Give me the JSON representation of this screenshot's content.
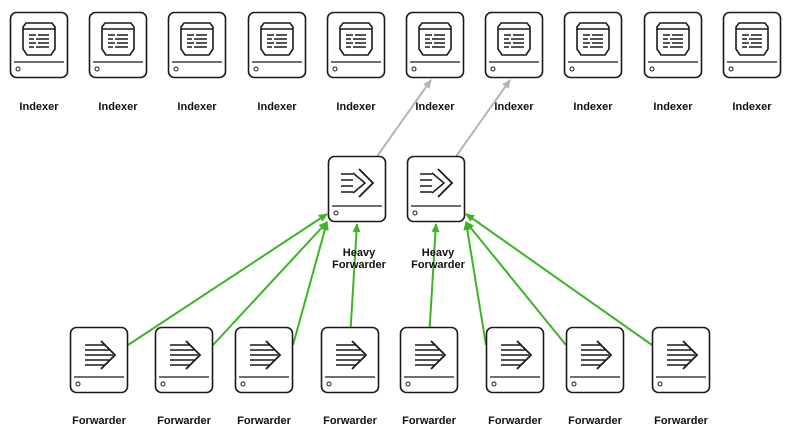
{
  "indexers": [
    {
      "label": "Indexer"
    },
    {
      "label": "Indexer"
    },
    {
      "label": "Indexer"
    },
    {
      "label": "Indexer"
    },
    {
      "label": "Indexer"
    },
    {
      "label": "Indexer"
    },
    {
      "label": "Indexer"
    },
    {
      "label": "Indexer"
    },
    {
      "label": "Indexer"
    },
    {
      "label": "Indexer"
    }
  ],
  "heavy_forwarders": [
    {
      "label_line1": "Heavy",
      "label_line2": "Forwarder"
    },
    {
      "label_line1": "Heavy",
      "label_line2": "Forwarder"
    }
  ],
  "forwarders": [
    {
      "label": "Forwarder"
    },
    {
      "label": "Forwarder"
    },
    {
      "label": "Forwarder"
    },
    {
      "label": "Forwarder"
    },
    {
      "label": "Forwarder"
    },
    {
      "label": "Forwarder"
    },
    {
      "label": "Forwarder"
    },
    {
      "label": "Forwarder"
    }
  ],
  "connections": {
    "heavy_to_indexer": [
      {
        "from": 0,
        "to": 5
      },
      {
        "from": 1,
        "to": 6
      }
    ],
    "forwarder_to_heavy": [
      {
        "from": 0,
        "to": 0
      },
      {
        "from": 1,
        "to": 0
      },
      {
        "from": 2,
        "to": 0
      },
      {
        "from": 3,
        "to": 0
      },
      {
        "from": 4,
        "to": 1
      },
      {
        "from": 5,
        "to": 1
      },
      {
        "from": 6,
        "to": 1
      },
      {
        "from": 7,
        "to": 1
      }
    ]
  },
  "colors": {
    "indexer_arrow": "#b4b4b4",
    "forwarder_arrow": "#3bb526",
    "device_stroke": "#1a1a1a",
    "device_fill": "#ffffff",
    "icon": "#1a1a1a"
  },
  "icons": {
    "indexer": "indexer-server-icon",
    "heavy_forwarder": "heavy-forwarder-icon",
    "forwarder": "forwarder-icon"
  }
}
